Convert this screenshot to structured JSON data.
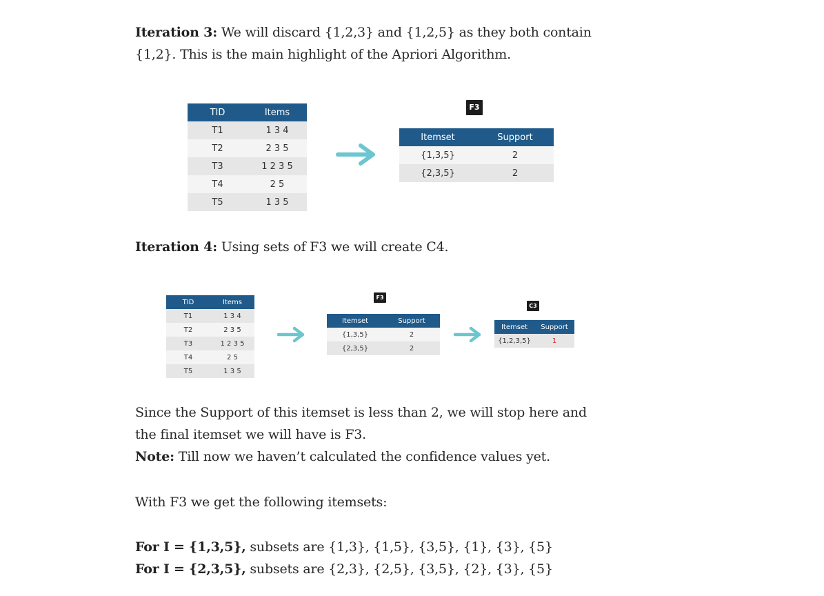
{
  "p1": {
    "bold": "Iteration 3:",
    "text": " We will discard {1,2,3} and {1,2,5} as they both contain {1,2}. This is the main highlight of the Apriori Algorithm."
  },
  "fig1": {
    "tid_header": [
      "TID",
      "Items"
    ],
    "tid_rows": [
      [
        "T1",
        "1 3 4"
      ],
      [
        "T2",
        "2 3 5"
      ],
      [
        "T3",
        "1 2 3 5"
      ],
      [
        "T4",
        "2 5"
      ],
      [
        "T5",
        "1 3 5"
      ]
    ],
    "f3_label": "F3",
    "f3_header": [
      "Itemset",
      "Support"
    ],
    "f3_rows": [
      [
        "{1,3,5}",
        "2"
      ],
      [
        "{2,3,5}",
        "2"
      ]
    ]
  },
  "p2": {
    "bold": "Iteration 4:",
    "text": " Using sets of F3 we will create C4."
  },
  "fig2": {
    "tid_header": [
      "TID",
      "Items"
    ],
    "tid_rows": [
      [
        "T1",
        "1 3 4"
      ],
      [
        "T2",
        "2 3 5"
      ],
      [
        "T3",
        "1 2 3 5"
      ],
      [
        "T4",
        "2 5"
      ],
      [
        "T5",
        "1 3 5"
      ]
    ],
    "f3_label": "F3",
    "f3_header": [
      "Itemset",
      "Support"
    ],
    "f3_rows": [
      [
        "{1,3,5}",
        "2"
      ],
      [
        "{2,3,5}",
        "2"
      ]
    ],
    "c3_label": "C3",
    "c3_header": [
      "Itemset",
      "Support"
    ],
    "c3_rows": [
      [
        "{1,2,3,5}",
        "1"
      ]
    ],
    "accent_red": "#e02020"
  },
  "p3": {
    "line1": "Since the Support of this itemset is less than 2, we will stop here and the final itemset we will have is F3.",
    "note_bold": "Note:",
    "note_text": " Till now we haven’t calculated the confidence values yet."
  },
  "p4": {
    "text": "With F3 we get the following itemsets:"
  },
  "p5": {
    "line1_bold": "For I = {1,3,5},",
    "line1_text": " subsets are {1,3}, {1,5}, {3,5}, {1}, {3}, {5}",
    "line2_bold": "For I = {2,3,5},",
    "line2_text": " subsets are {2,3}, {2,5}, {3,5}, {2}, {3}, {5}"
  }
}
